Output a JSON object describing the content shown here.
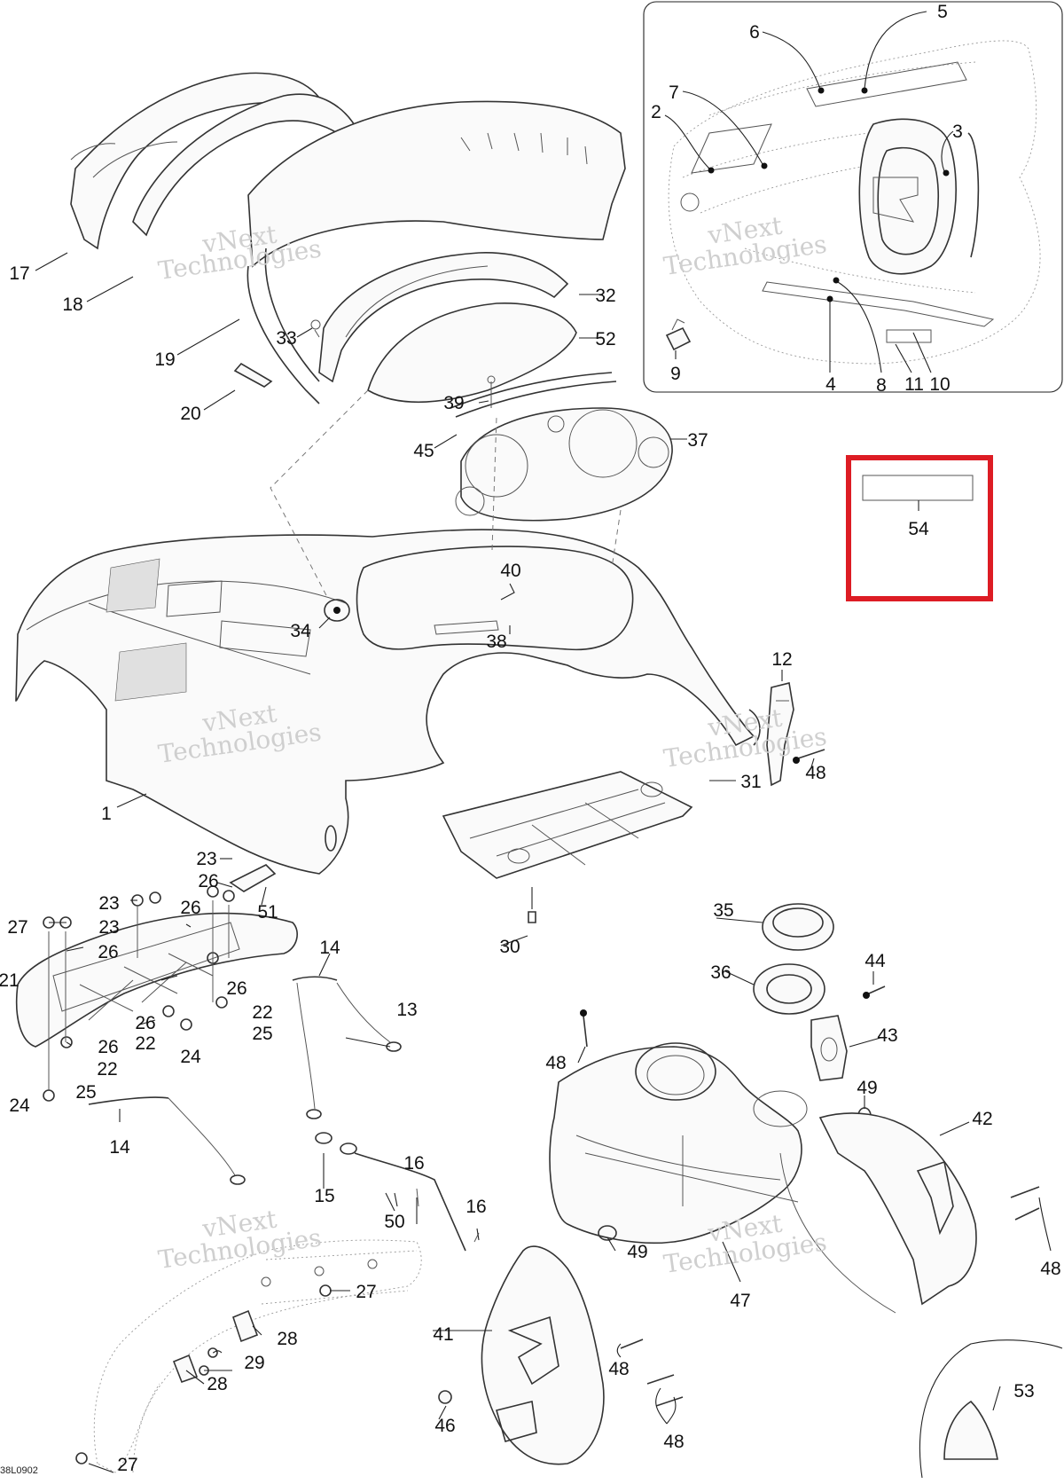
{
  "drawing_number": "38L0902",
  "watermark": [
    "vNext",
    "Technologies"
  ],
  "callouts": [
    "1",
    "2",
    "3",
    "4",
    "5",
    "6",
    "7",
    "8",
    "9",
    "10",
    "11",
    "12",
    "13",
    "14",
    "15",
    "16",
    "17",
    "18",
    "19",
    "20",
    "21",
    "22",
    "23",
    "24",
    "25",
    "26",
    "27",
    "28",
    "29",
    "30",
    "31",
    "32",
    "33",
    "34",
    "35",
    "36",
    "37",
    "38",
    "39",
    "40",
    "41",
    "42",
    "43",
    "44",
    "45",
    "46",
    "47",
    "48",
    "49",
    "50",
    "51",
    "52",
    "53",
    "54"
  ],
  "colors": {
    "highlight": "#dd1c24",
    "line": "#222222",
    "watermark": "#cfcfcf"
  }
}
